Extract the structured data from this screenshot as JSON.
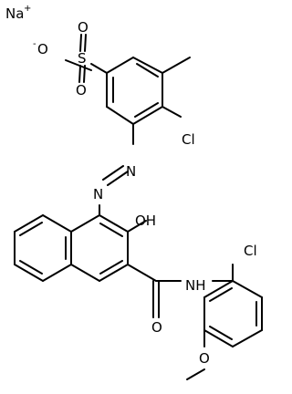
{
  "molecule": {
    "atoms": {
      "na": "Na",
      "na_charge": "+",
      "o_minus_sign": "-",
      "o_minus": "O",
      "s": "S",
      "o_top": "O",
      "o_bottom": "O",
      "cl_top": "Cl",
      "n_upper": "N",
      "n_lower": "N",
      "oh": "OH",
      "nh": "NH",
      "o_amide": "O",
      "cl_bottom": "Cl",
      "o_methoxy": "O"
    }
  }
}
